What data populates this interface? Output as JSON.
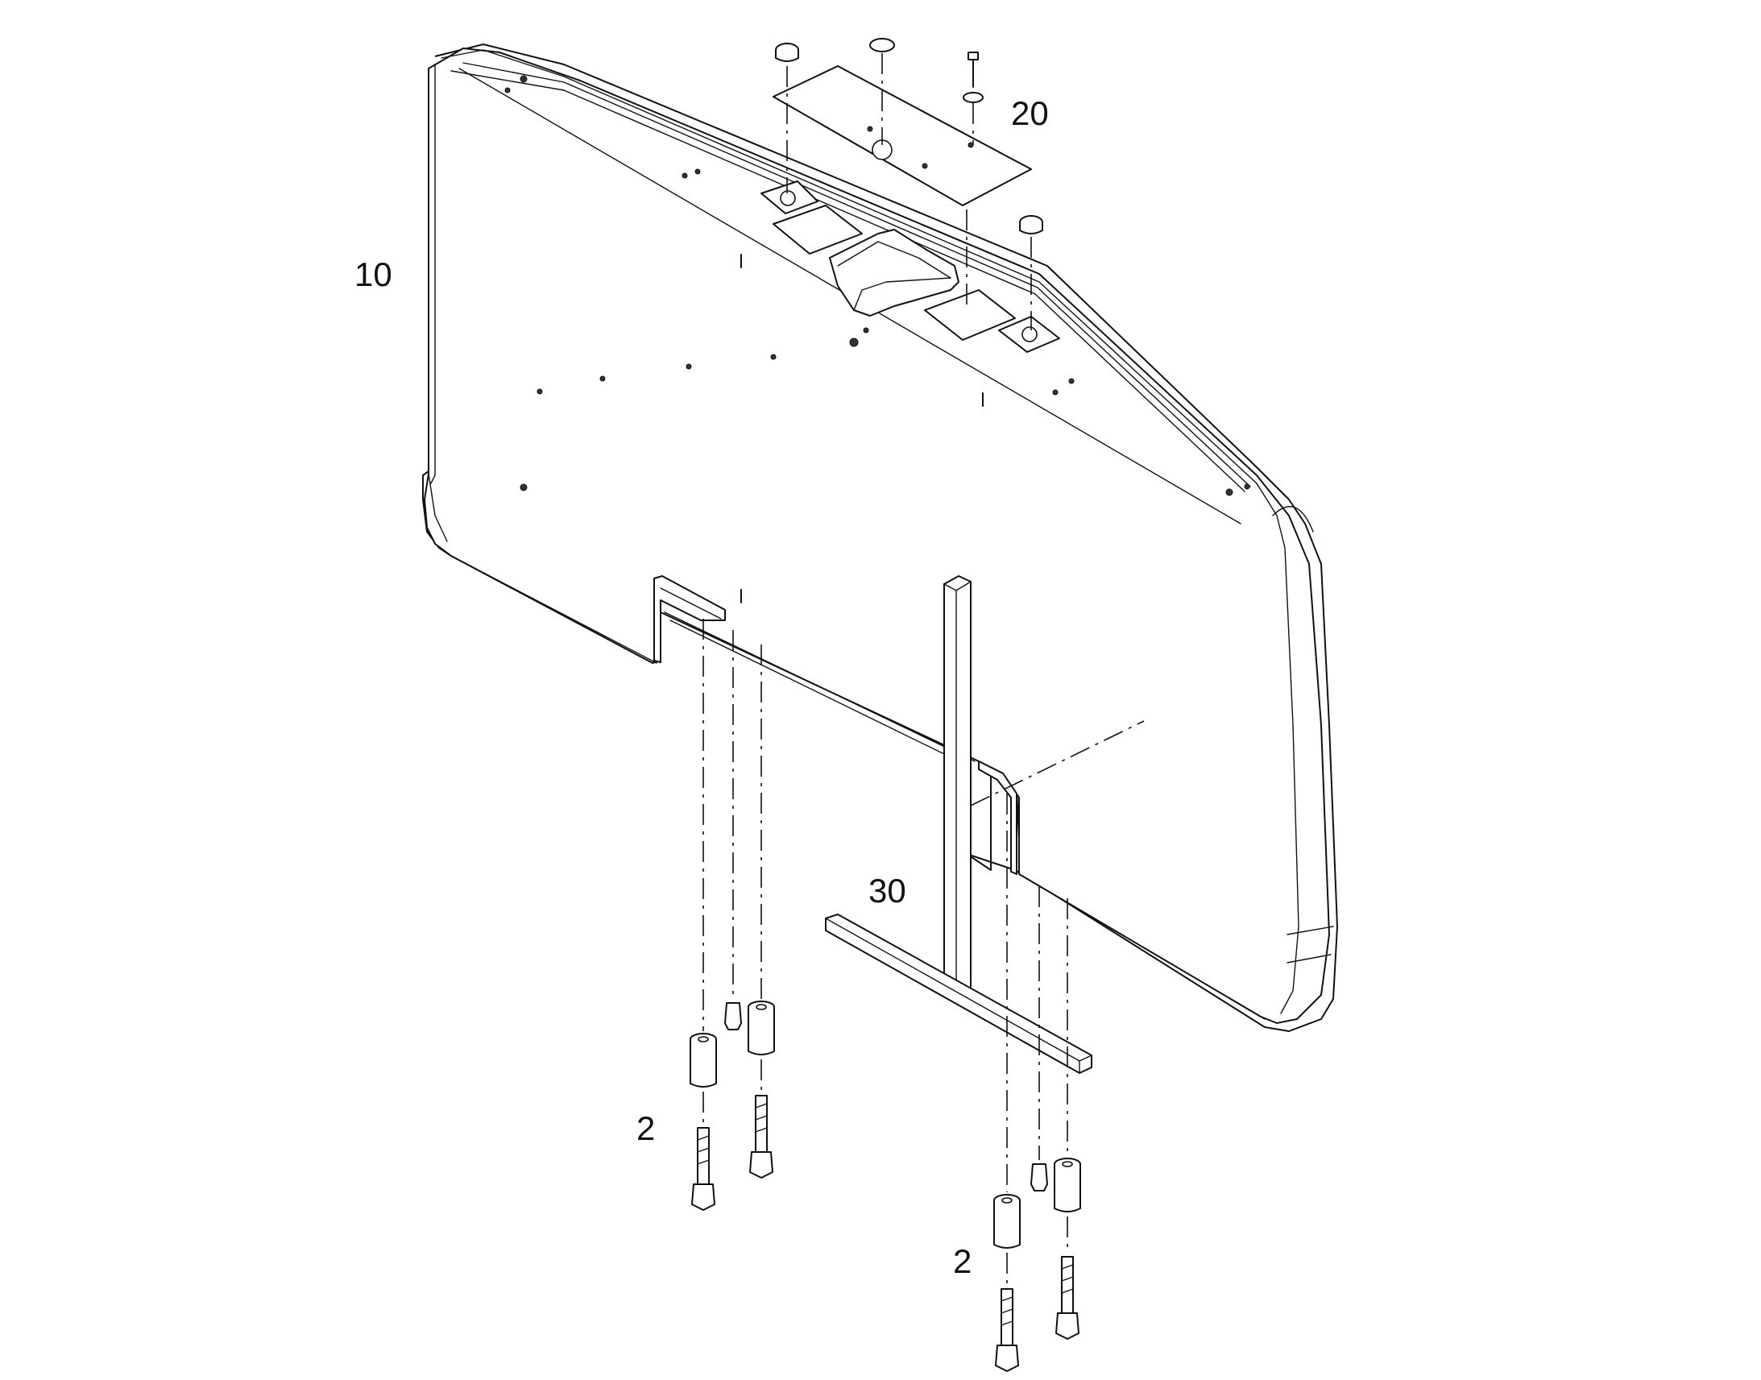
{
  "callouts": {
    "counterweight": "10",
    "cover_plate": "20",
    "lifting_tool": "30",
    "bolt_set_left": "2",
    "bolt_set_right": "2"
  }
}
